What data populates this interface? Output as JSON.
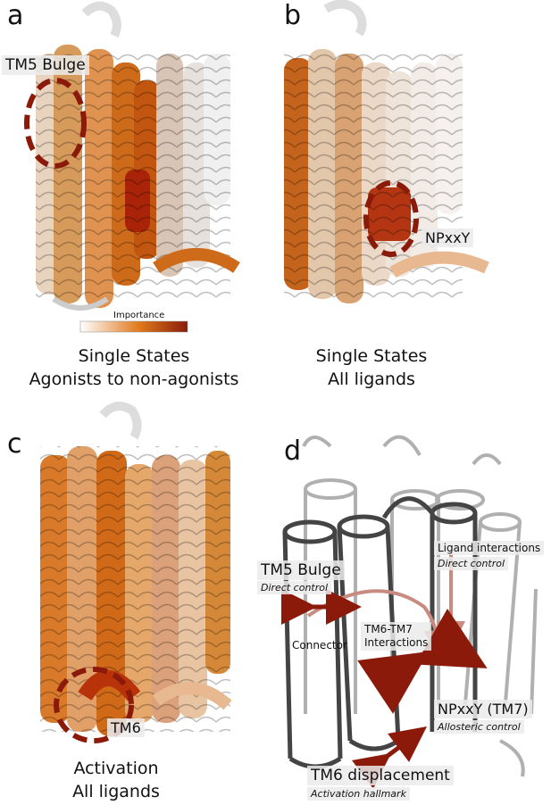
{
  "panels": {
    "a": {
      "letter": "a",
      "annotation": "TM5 Bulge",
      "colorbar_label": "Importance",
      "caption_line1": "Single States",
      "caption_line2": "Agonists to non-agonists"
    },
    "b": {
      "letter": "b",
      "annotation": "NPxxY",
      "caption_line1": "Single States",
      "caption_line2": "All ligands"
    },
    "c": {
      "letter": "c",
      "annotation": "TM6",
      "caption_line1": "Activation",
      "caption_line2": "All ligands"
    },
    "d": {
      "letter": "d",
      "tm5_title": "TM5 Bulge",
      "tm5_sub": "Direct control",
      "ligand_title": "Ligand interactions",
      "ligand_sub": "Direct control",
      "connector": "Connector",
      "tm67_line1": "TM6-TM7",
      "tm67_line2": "Interactions",
      "npxxy_title": "NPxxY (TM7)",
      "npxxy_sub": "Allosteric control",
      "tm6_title": "TM6 displacement",
      "tm6_sub": "Activation hallmark"
    }
  },
  "colors": {
    "importance_low": "#ffffff",
    "importance_mid": "#e07a1c",
    "importance_high": "#8b1a0a",
    "annotation_red": "#8b1a0a",
    "cylinder_dark": "#444444",
    "cylinder_light": "#b0b0b0"
  }
}
